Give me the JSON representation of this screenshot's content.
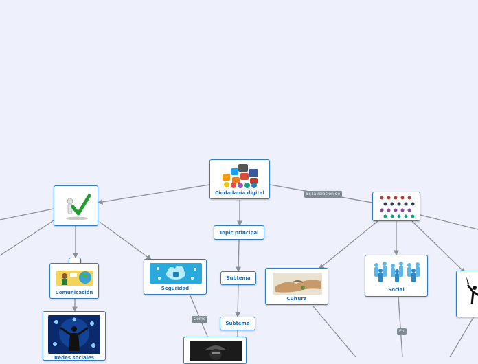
{
  "nodes": {
    "central": "Ciudadanía digital",
    "topic": "Topic principal",
    "subtema1": "Subtema",
    "subtema2": "Subtema",
    "comunicacion": "Comunicación",
    "redes": "Redes sociales",
    "seguridad": "Seguridad",
    "cultura": "Cultura",
    "social": "Social"
  },
  "connectors": {
    "relacion": "Es la relación de",
    "como": "Como",
    "en": "En"
  },
  "colors": {
    "background": "#eef0fb",
    "node_border": "#2d7fc4",
    "label": "#1d6db3",
    "line": "#8a8f94",
    "tag": "#7f8a93"
  },
  "icons": [
    "social-media-icons",
    "checkmark-person-icon",
    "globe-chat-icon",
    "network-people-icon",
    "cloud-security-icon",
    "hacker-icon",
    "handshake-icon",
    "people-grid-icon",
    "crowd-icon",
    "person-flag-icon"
  ]
}
